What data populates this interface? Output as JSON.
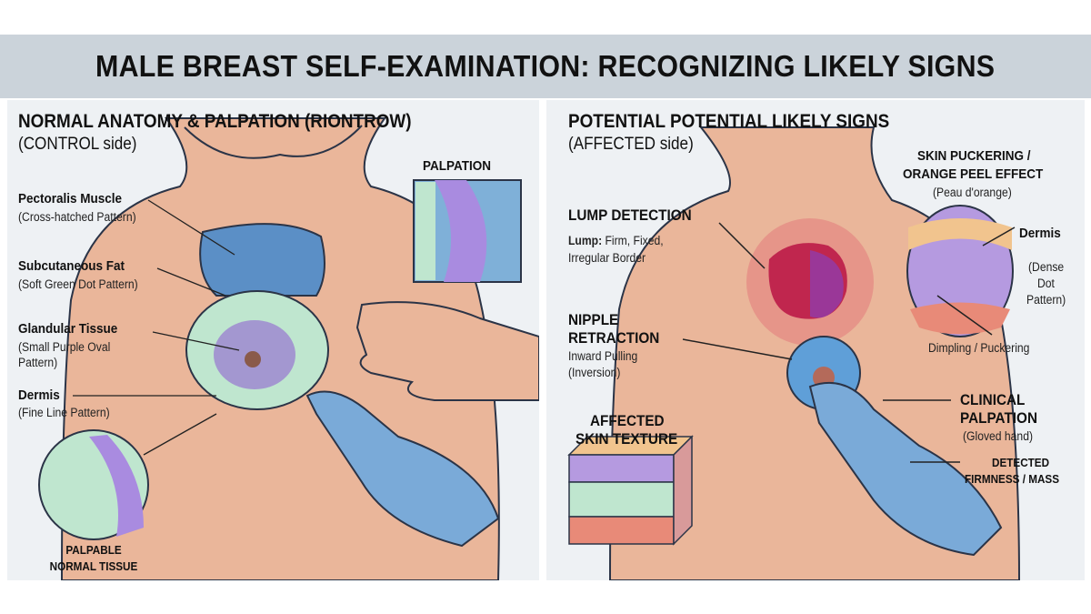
{
  "title": "MALE BREAST SELF-EXAMINATION: RECOGNIZING LIKELY SIGNS",
  "left": {
    "heading": "NORMAL ANATOMY & PALPATION (RIONTROW)",
    "subheading": "(CONTROL side)",
    "inset_label": "PALPATION",
    "labels": [
      {
        "title": "Pectoralis Muscle",
        "desc": "(Cross-hatched Pattern)"
      },
      {
        "title": "Subcutaneous Fat",
        "desc": "(Soft Green Dot Pattern)"
      },
      {
        "title": "Glandular Tissue",
        "desc_line1": "(Small Purple Oval",
        "desc_line2": "Pattern)"
      },
      {
        "title": "Dermis",
        "desc": "(Fine Line Pattern)"
      }
    ],
    "circle_label_line1": "PALPABLE",
    "circle_label_line2": "NORMAL TISSUE"
  },
  "right": {
    "heading": "POTENTIAL POTENTIAL LIKELY SIGNS",
    "subheading": "(AFFECTED side)",
    "lump": {
      "title": "LUMP DETECTION",
      "bold": "Lump:",
      "desc_line1": "Firm, Fixed,",
      "desc_line2": "Irregular Border"
    },
    "nipple": {
      "title_line1": "NIPPLE",
      "title_line2": "RETRACTION",
      "desc_line1": "Inward Pulling",
      "desc_line2": "(Inversion)"
    },
    "skin_texture": {
      "line1": "AFFECTED",
      "line2": "SKIN TEXTURE"
    },
    "puckering": {
      "line1": "SKIN PUCKERING /",
      "line2": "ORANGE PEEL EFFECT",
      "desc": "(Peau d'orange)",
      "dermis": "Dermis",
      "dense_line1": "(Dense",
      "dense_line2": "Dot",
      "dense_line3": "Pattern)",
      "dimpling": "Dimpling / Puckering"
    },
    "clinical": {
      "line1": "CLINICAL",
      "line2": "PALPATION",
      "desc": "(Gloved hand)"
    },
    "detected": {
      "line1": "DETECTED",
      "line2": "FIRMNESS / MASS"
    }
  },
  "colors": {
    "skin": "#eab69a",
    "glove": "#7aaad8",
    "muscle": "#5b8fc6",
    "fat": "#bfe6cf",
    "gland": "#9a7cd0",
    "lump": "#d8244a",
    "banner": "#cbd3da",
    "panel": "#eef1f4"
  }
}
